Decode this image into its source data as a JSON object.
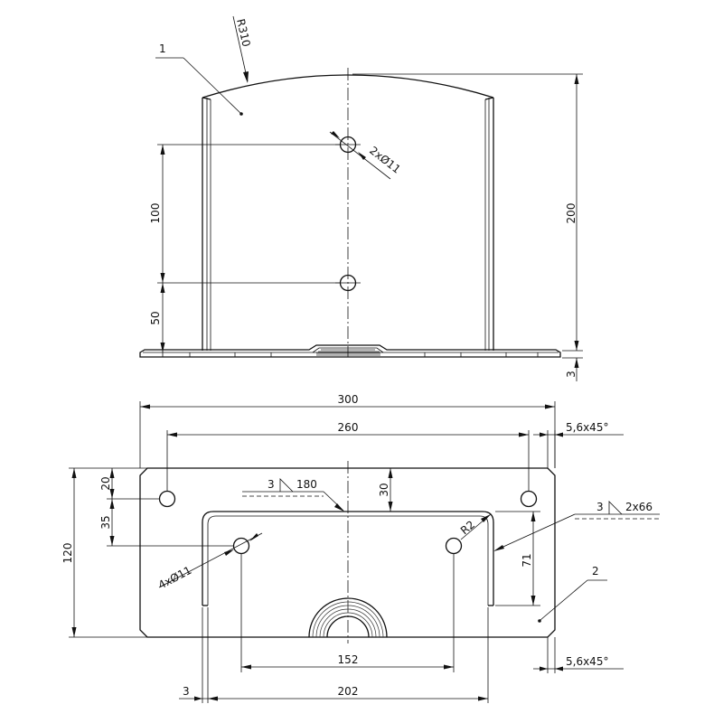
{
  "drawing": {
    "top_view": {
      "part_number": "1",
      "radius": "R310",
      "holes": "2xØ11",
      "dim_100": "100",
      "dim_50": "50",
      "dim_200": "200",
      "dim_3": "3"
    },
    "bottom_view": {
      "part_number": "2",
      "dim_300": "300",
      "dim_260": "260",
      "chamfer_top": "5,6x45°",
      "chamfer_bottom": "5,6x45°",
      "dim_20": "20",
      "dim_35": "35",
      "dim_120": "120",
      "dim_30": "30",
      "dim_71": "71",
      "radius": "R2",
      "holes": "4xØ11",
      "dim_152": "152",
      "dim_202": "202",
      "dim_3": "3",
      "weld_1": {
        "size": "3",
        "length": "180"
      },
      "weld_2": {
        "size": "3",
        "length": "2x66"
      }
    }
  }
}
